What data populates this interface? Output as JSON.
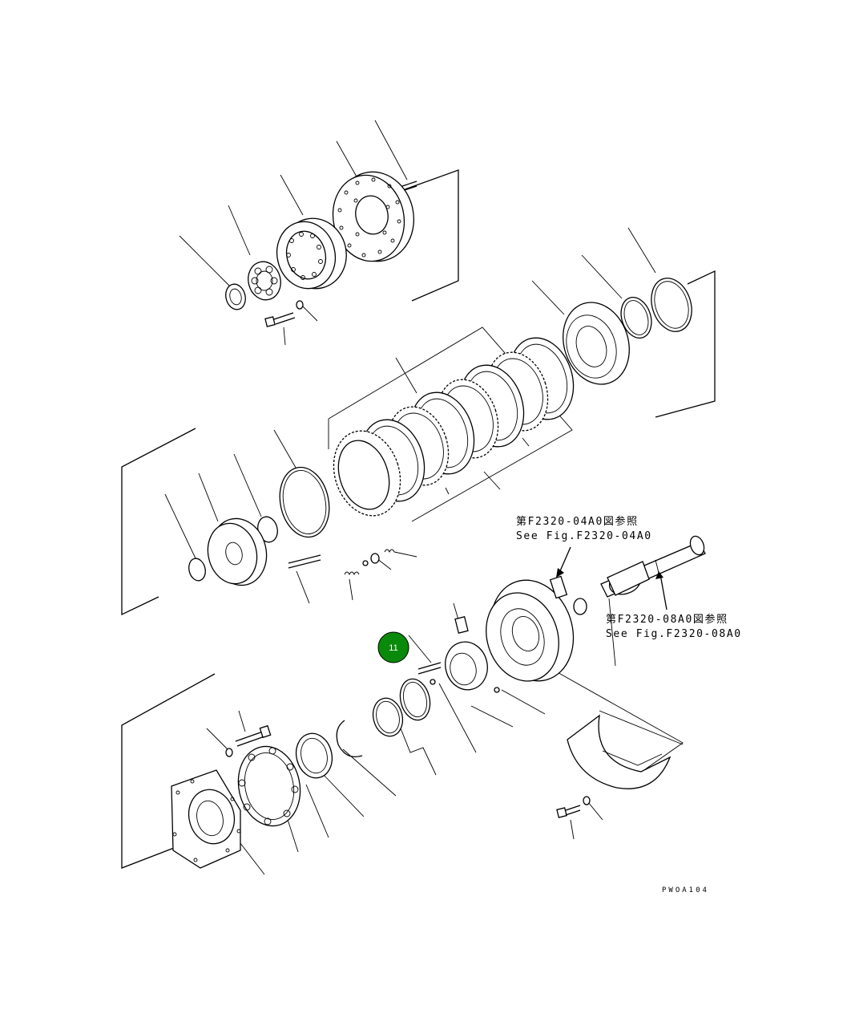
{
  "diagram": {
    "references": {
      "ref_top_jp": "第F2320-04A0図参照",
      "ref_top_en": "See Fig.F2320-04A0",
      "ref_right_jp": "第F2320-08A0図参照",
      "ref_right_en": "See Fig.F2320-08A0"
    },
    "figure_code": "PWOA104",
    "callout": {
      "label": "11",
      "color": "#0a8a0a"
    }
  }
}
